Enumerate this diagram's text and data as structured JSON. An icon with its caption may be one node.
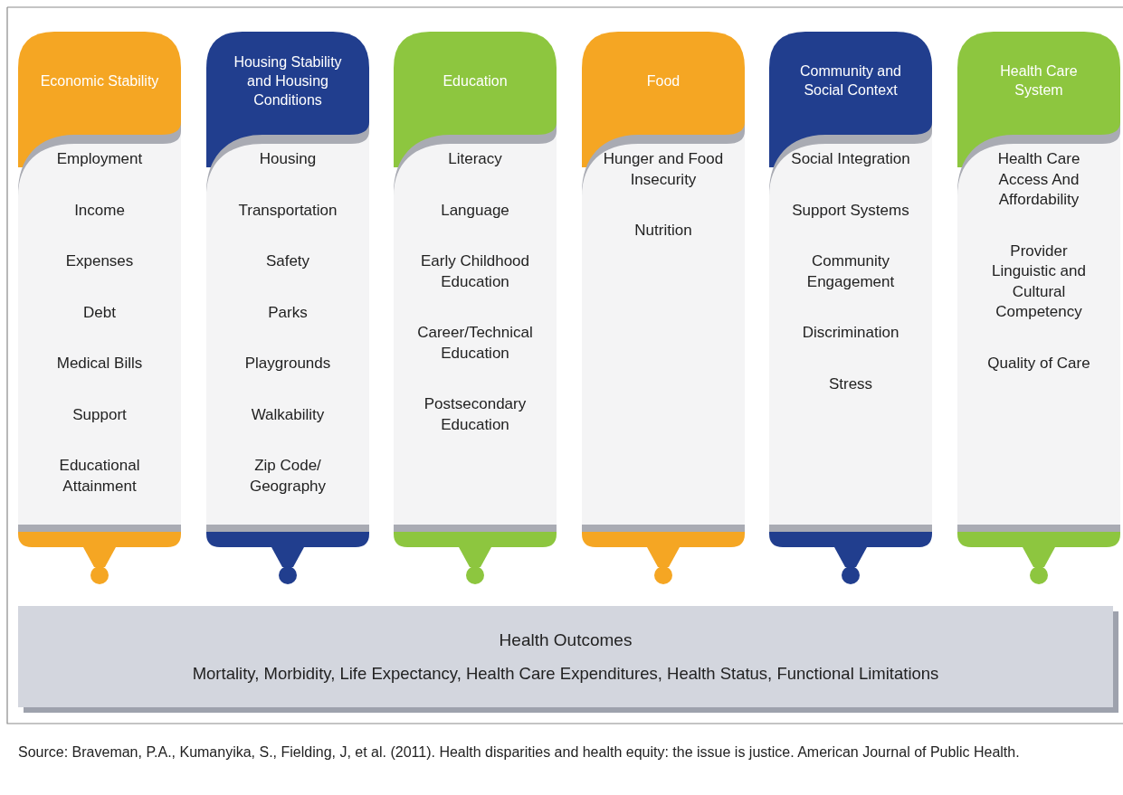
{
  "diagram": {
    "nodes": [
      {
        "text": [
          "Economic Stability",
          "Employment",
          "Income",
          "Expenses",
          "Debt",
          "Medical Bills",
          "Support",
          "Educational Attainment"
        ]
      },
      {
        "text": [
          "Housing Stability and Housing Conditions",
          "Housing",
          "Transportation",
          "Safety",
          "Parks",
          "Playgrounds",
          "Walkability",
          "Zip Code/ Geography"
        ]
      },
      {
        "text": [
          "Education",
          "Literacy",
          "Language",
          "Early Childhood Education",
          "Career/Technical Education",
          "Postsecondary Education"
        ]
      },
      {
        "text": [
          "Food",
          "Hunger and Food Insecurity",
          "Nutrition"
        ]
      },
      {
        "text": [
          "Community and Social Context",
          "Social Integration",
          "Support Systems",
          "Community Engagement",
          "Discrimination",
          "Stress"
        ]
      },
      {
        "text": [
          "Health Care System",
          "Health Care Access And Affordability",
          "Provider Linguistic and Cultural Competency",
          "Quality of Care"
        ]
      },
      {
        "text": [
          "Health Outcomes",
          "Mortality, Morbidity, Life Expectancy, Health Care Expenditures, Health Status, Functional Limitations"
        ]
      }
    ],
    "edges": [],
    "caption": "Source: Braveman, P.A., Kumanyika, S., Fielding, J, et al. (2011). Health disparities and health equity: the issue is justice. American Journal of Public Health."
  }
}
